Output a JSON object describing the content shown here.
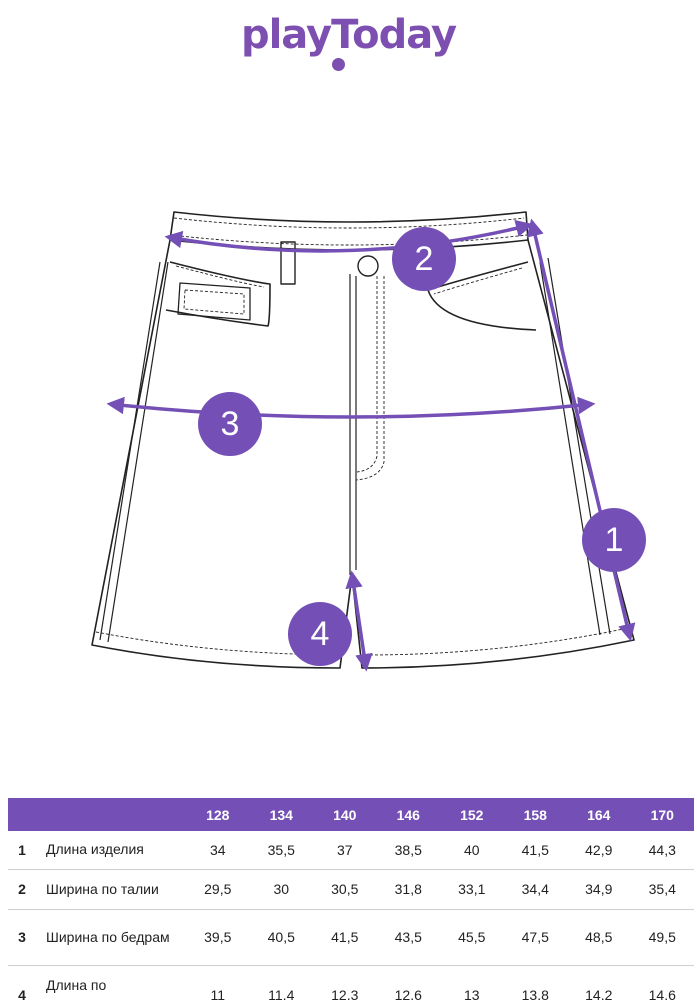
{
  "brand": {
    "logo_text": "playToday",
    "accent_color": "#7450b6"
  },
  "markers": [
    "1",
    "2",
    "3",
    "4"
  ],
  "table": {
    "columns": [
      "128",
      "134",
      "140",
      "146",
      "152",
      "158",
      "164",
      "170"
    ],
    "rows": [
      {
        "num": "1",
        "name": "Длина изделия",
        "values": [
          "34",
          "35,5",
          "37",
          "38,5",
          "40",
          "41,5",
          "42,9",
          "44,3"
        ]
      },
      {
        "num": "2",
        "name": "Ширина по талии",
        "values": [
          "29,5",
          "30",
          "30,5",
          "31,8",
          "33,1",
          "34,4",
          "34,9",
          "35,4"
        ]
      },
      {
        "num": "3",
        "name": "Ширина по бедрам",
        "values": [
          "39,5",
          "40,5",
          "41,5",
          "43,5",
          "45,5",
          "47,5",
          "48,5",
          "49,5"
        ]
      },
      {
        "num": "4",
        "name": "Длина по внутреннему шву",
        "values": [
          "11",
          "11,4",
          "12,3",
          "12,6",
          "13",
          "13,8",
          "14,2",
          "14,6"
        ]
      }
    ]
  }
}
